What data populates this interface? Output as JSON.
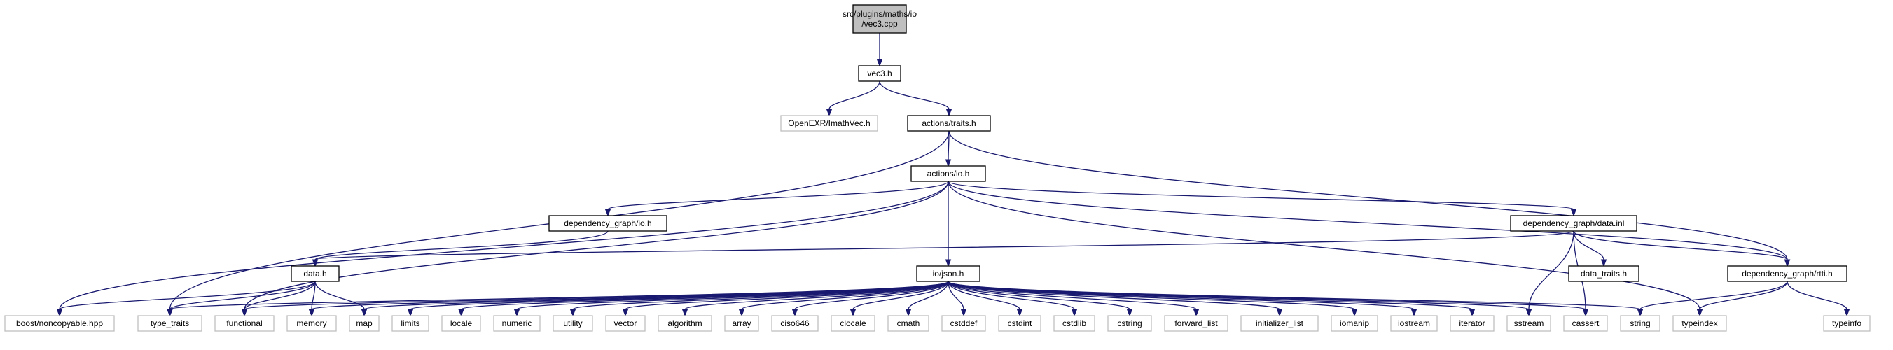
{
  "graph": {
    "nodes": [
      {
        "id": "root",
        "lines": [
          "src/plugins/maths/io",
          "/vec3.cpp"
        ],
        "kind": "root"
      },
      {
        "id": "vec3",
        "lines": [
          "vec3.h"
        ],
        "kind": "local"
      },
      {
        "id": "imath",
        "lines": [
          "OpenEXR/ImathVec.h"
        ],
        "kind": "external"
      },
      {
        "id": "traits",
        "lines": [
          "actions/traits.h"
        ],
        "kind": "local"
      },
      {
        "id": "io",
        "lines": [
          "actions/io.h"
        ],
        "kind": "local"
      },
      {
        "id": "dgio",
        "lines": [
          "dependency_graph/io.h"
        ],
        "kind": "local"
      },
      {
        "id": "datainl",
        "lines": [
          "dependency_graph/data.inl"
        ],
        "kind": "local"
      },
      {
        "id": "rtti",
        "lines": [
          "dependency_graph/rtti.h"
        ],
        "kind": "local"
      },
      {
        "id": "data",
        "lines": [
          "data.h"
        ],
        "kind": "local"
      },
      {
        "id": "json",
        "lines": [
          "io/json.h"
        ],
        "kind": "local"
      },
      {
        "id": "datatraits",
        "lines": [
          "data_traits.h"
        ],
        "kind": "local"
      },
      {
        "id": "noncopy",
        "lines": [
          "boost/noncopyable.hpp"
        ],
        "kind": "external"
      },
      {
        "id": "type_traits",
        "lines": [
          "type_traits"
        ],
        "kind": "external"
      },
      {
        "id": "functional",
        "lines": [
          "functional"
        ],
        "kind": "external"
      },
      {
        "id": "memory",
        "lines": [
          "memory"
        ],
        "kind": "external"
      },
      {
        "id": "map",
        "lines": [
          "map"
        ],
        "kind": "external"
      },
      {
        "id": "limits",
        "lines": [
          "limits"
        ],
        "kind": "external"
      },
      {
        "id": "locale",
        "lines": [
          "locale"
        ],
        "kind": "external"
      },
      {
        "id": "numeric",
        "lines": [
          "numeric"
        ],
        "kind": "external"
      },
      {
        "id": "utility",
        "lines": [
          "utility"
        ],
        "kind": "external"
      },
      {
        "id": "vector",
        "lines": [
          "vector"
        ],
        "kind": "external"
      },
      {
        "id": "algorithm",
        "lines": [
          "algorithm"
        ],
        "kind": "external"
      },
      {
        "id": "array",
        "lines": [
          "array"
        ],
        "kind": "external"
      },
      {
        "id": "ciso646",
        "lines": [
          "ciso646"
        ],
        "kind": "external"
      },
      {
        "id": "clocale",
        "lines": [
          "clocale"
        ],
        "kind": "external"
      },
      {
        "id": "cmath",
        "lines": [
          "cmath"
        ],
        "kind": "external"
      },
      {
        "id": "cstddef",
        "lines": [
          "cstddef"
        ],
        "kind": "external"
      },
      {
        "id": "cstdint",
        "lines": [
          "cstdint"
        ],
        "kind": "external"
      },
      {
        "id": "cstdlib",
        "lines": [
          "cstdlib"
        ],
        "kind": "external"
      },
      {
        "id": "cstring",
        "lines": [
          "cstring"
        ],
        "kind": "external"
      },
      {
        "id": "forward_list",
        "lines": [
          "forward_list"
        ],
        "kind": "external"
      },
      {
        "id": "initializer_list",
        "lines": [
          "initializer_list"
        ],
        "kind": "external"
      },
      {
        "id": "iomanip",
        "lines": [
          "iomanip"
        ],
        "kind": "external"
      },
      {
        "id": "iostream",
        "lines": [
          "iostream"
        ],
        "kind": "external"
      },
      {
        "id": "iterator",
        "lines": [
          "iterator"
        ],
        "kind": "external"
      },
      {
        "id": "sstream",
        "lines": [
          "sstream"
        ],
        "kind": "external"
      },
      {
        "id": "cassert",
        "lines": [
          "cassert"
        ],
        "kind": "external"
      },
      {
        "id": "string",
        "lines": [
          "string"
        ],
        "kind": "external"
      },
      {
        "id": "typeindex",
        "lines": [
          "typeindex"
        ],
        "kind": "external"
      },
      {
        "id": "typeinfo",
        "lines": [
          "typeinfo"
        ],
        "kind": "external"
      }
    ],
    "edges": [
      [
        "root",
        "vec3"
      ],
      [
        "vec3",
        "imath"
      ],
      [
        "vec3",
        "traits"
      ],
      [
        "traits",
        "io"
      ],
      [
        "traits",
        "type_traits"
      ],
      [
        "traits",
        "rtti"
      ],
      [
        "io",
        "dgio"
      ],
      [
        "io",
        "datainl"
      ],
      [
        "io",
        "json"
      ],
      [
        "io",
        "rtti"
      ],
      [
        "io",
        "noncopy"
      ],
      [
        "io",
        "functional"
      ],
      [
        "io",
        "typeindex"
      ],
      [
        "dgio",
        "data"
      ],
      [
        "datainl",
        "data"
      ],
      [
        "datainl",
        "datatraits"
      ],
      [
        "datainl",
        "rtti"
      ],
      [
        "datainl",
        "cassert"
      ],
      [
        "datainl",
        "sstream"
      ],
      [
        "rtti",
        "string"
      ],
      [
        "rtti",
        "typeindex"
      ],
      [
        "rtti",
        "typeinfo"
      ],
      [
        "data",
        "noncopy"
      ],
      [
        "data",
        "type_traits"
      ],
      [
        "data",
        "functional"
      ],
      [
        "data",
        "memory"
      ],
      [
        "data",
        "map"
      ],
      [
        "json",
        "type_traits"
      ],
      [
        "json",
        "functional"
      ],
      [
        "json",
        "memory"
      ],
      [
        "json",
        "map"
      ],
      [
        "json",
        "limits"
      ],
      [
        "json",
        "locale"
      ],
      [
        "json",
        "numeric"
      ],
      [
        "json",
        "utility"
      ],
      [
        "json",
        "vector"
      ],
      [
        "json",
        "algorithm"
      ],
      [
        "json",
        "array"
      ],
      [
        "json",
        "ciso646"
      ],
      [
        "json",
        "clocale"
      ],
      [
        "json",
        "cmath"
      ],
      [
        "json",
        "cstddef"
      ],
      [
        "json",
        "cstdint"
      ],
      [
        "json",
        "cstdlib"
      ],
      [
        "json",
        "cstring"
      ],
      [
        "json",
        "forward_list"
      ],
      [
        "json",
        "initializer_list"
      ],
      [
        "json",
        "iomanip"
      ],
      [
        "json",
        "iostream"
      ],
      [
        "json",
        "iterator"
      ],
      [
        "json",
        "sstream"
      ],
      [
        "json",
        "cassert"
      ],
      [
        "json",
        "string"
      ]
    ]
  }
}
